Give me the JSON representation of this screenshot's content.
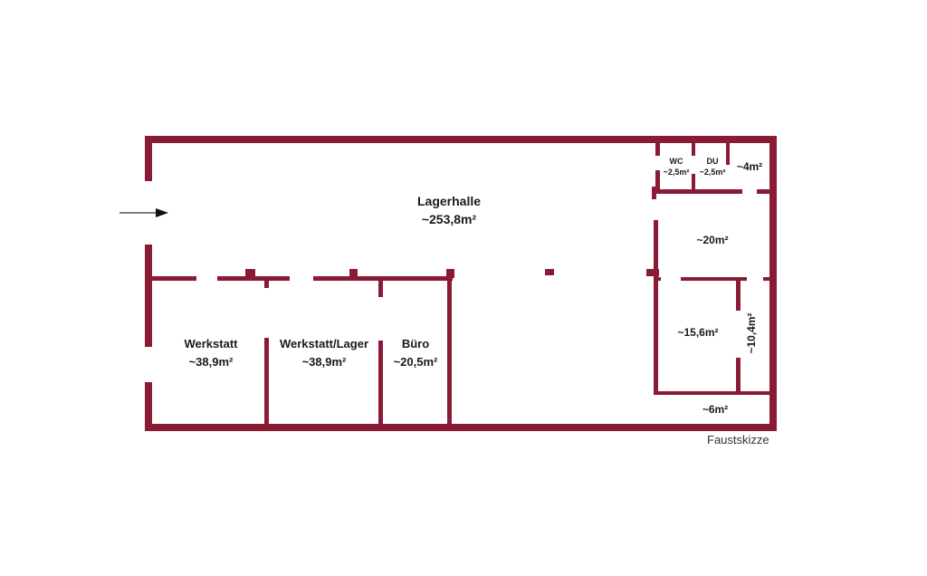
{
  "floorplan": {
    "wall_color": "#8b1a35",
    "caption": "Faustskizze",
    "entrance_arrow": "arrow-right",
    "rooms": [
      {
        "name": "Lagerhalle",
        "area": "~253,8m²"
      },
      {
        "name": "Werkstatt",
        "area": "~38,9m²"
      },
      {
        "name": "Werkstatt/Lager",
        "area": "~38,9m²"
      },
      {
        "name": "Büro",
        "area": "~20,5m²"
      },
      {
        "name": "WC",
        "area": "~2,5m²"
      },
      {
        "name": "DU",
        "area": "~2,5m²"
      },
      {
        "name": "",
        "area": "~4m²"
      },
      {
        "name": "",
        "area": "~20m²"
      },
      {
        "name": "",
        "area": "~15,6m²"
      },
      {
        "name": "",
        "area": "~10,4m²"
      },
      {
        "name": "",
        "area": "~6m²"
      }
    ]
  }
}
